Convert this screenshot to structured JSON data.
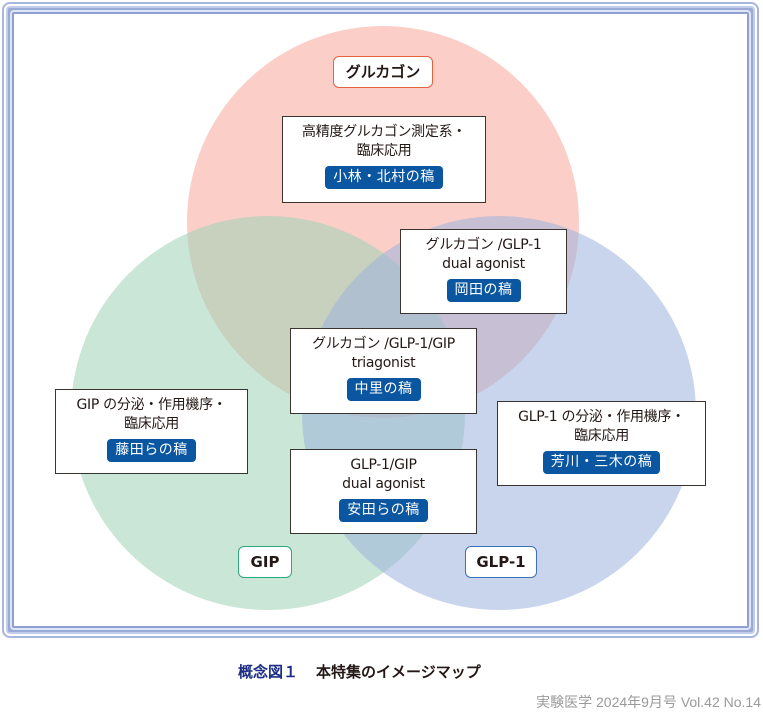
{
  "colors": {
    "glucagon_circle": "#f7a79a",
    "gip_circle": "#9fd1b6",
    "glp1_circle": "#9db3dd",
    "glucagon_label_border": "#e5623f",
    "gip_label_border": "#2ea77a",
    "glp1_label_border": "#3973b8",
    "author_badge": "#0b56a1",
    "caption_label": "#1d2e86",
    "frame": "#9aaad6"
  },
  "circles": {
    "glucagon": {
      "label": "グルカゴン"
    },
    "gip": {
      "label": "GIP"
    },
    "glp1": {
      "label": "GLP-1"
    }
  },
  "boxes": {
    "glucagon_only": {
      "lines": [
        "高精度グルカゴン測定系・",
        "臨床応用"
      ],
      "author": "小林・北村の稿"
    },
    "glucagon_glp1": {
      "lines": [
        "グルカゴン /GLP-1",
        "dual agonist"
      ],
      "author": "岡田の稿"
    },
    "triple": {
      "lines": [
        "グルカゴン /GLP-1/GIP",
        "triagonist"
      ],
      "author": "中里の稿"
    },
    "gip_only": {
      "lines": [
        "GIP の分泌・作用機序・",
        "臨床応用"
      ],
      "author": "藤田らの稿"
    },
    "glp1_only": {
      "lines": [
        "GLP-1 の分泌・作用機序・",
        "臨床応用"
      ],
      "author": "芳川・三木の稿"
    },
    "glp1_gip": {
      "lines": [
        "GLP-1/GIP",
        "dual agonist"
      ],
      "author": "安田らの稿"
    }
  },
  "caption": {
    "label": "概念図１",
    "title": "本特集のイメージマップ"
  },
  "source": "実験医学 2024年9月号 Vol.42 No.14"
}
